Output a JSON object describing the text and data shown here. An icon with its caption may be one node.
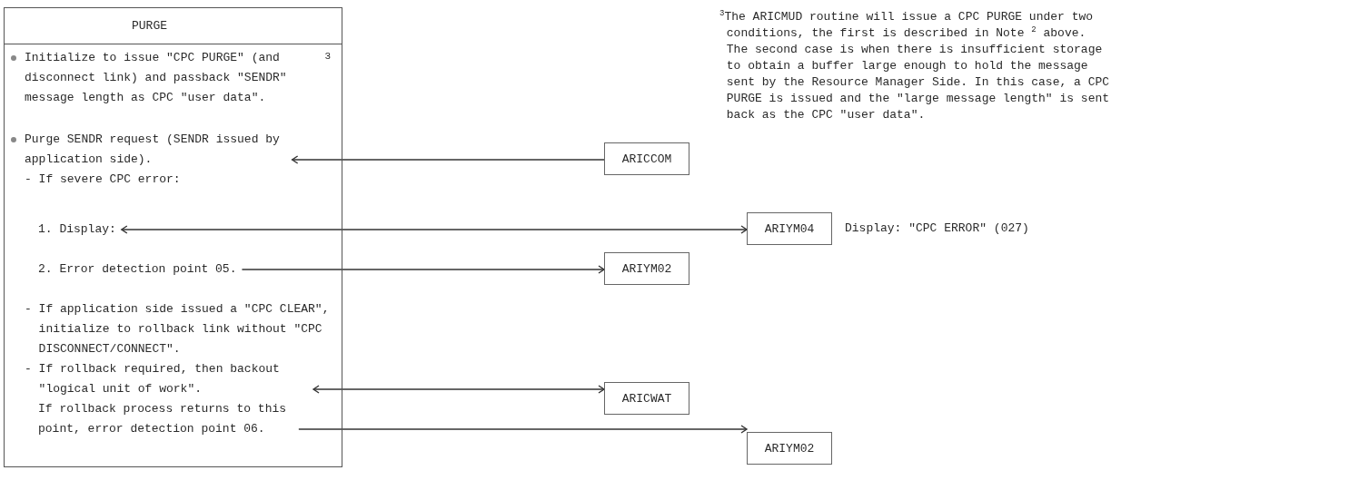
{
  "diagram": {
    "nodes": [
      {
        "text": [
          "PURGE",
          "3"
        ]
      },
      {
        "text": [
          "Initialize to issue \"CPC PURGE\" (and disconnect link) and passback \"SENDR\" message length as CPC \"user data\"."
        ],
        "in": 0
      },
      {
        "text": [
          "Purge SENDR request (SENDR issued by application side)."
        ],
        "in": 0
      },
      {
        "text": [
          "- If severe CPC error:"
        ],
        "in": 0
      },
      {
        "text": [
          "1. Display:"
        ],
        "in": 0
      },
      {
        "text": [
          "2. Error detection point 05."
        ],
        "in": 0
      },
      {
        "text": [
          "- If application side issued a \"CPC CLEAR\", initialize to rollback link without \"CPC DISCONNECT/CONNECT\"."
        ],
        "in": 0
      },
      {
        "text": [
          "- If rollback required, then backout \"logical unit of work\"."
        ],
        "in": 0
      },
      {
        "text": [
          "If rollback process returns to this point, error detection point 06."
        ],
        "in": 0
      },
      {
        "text": [
          "ARICCOM"
        ]
      },
      {
        "text": [
          "ARIYM04"
        ],
        "beside": [
          "Display: \"CPC ERROR\" (027)"
        ]
      },
      {
        "text": [
          "ARIYM02"
        ]
      },
      {
        "text": [
          "ARICWAT"
        ]
      },
      {
        "text": [
          "ARIYM02"
        ]
      }
    ],
    "edges": [
      {
        "from": 9,
        "to": 2,
        "arrow": "to"
      },
      {
        "from": 4,
        "to": 10,
        "arrow": "both"
      },
      {
        "from": 5,
        "to": 11,
        "arrow": "to"
      },
      {
        "from": 7,
        "to": 12,
        "arrow": "both"
      },
      {
        "from": 8,
        "to": 13,
        "arrow": "to"
      }
    ],
    "labels": [
      "$^{3}$The ARICMUD routine will issue a CPC PURGE under two conditions, the first is described in Note $^{2}$ above. The second case is when there is insufficient storage to obtain a buffer large enough to hold the message sent by the Resource Manager Side.  In this case, a CPC PURGE is issued and the \"large message length\" is sent back as the CPC \"user data\"."
    ]
  }
}
